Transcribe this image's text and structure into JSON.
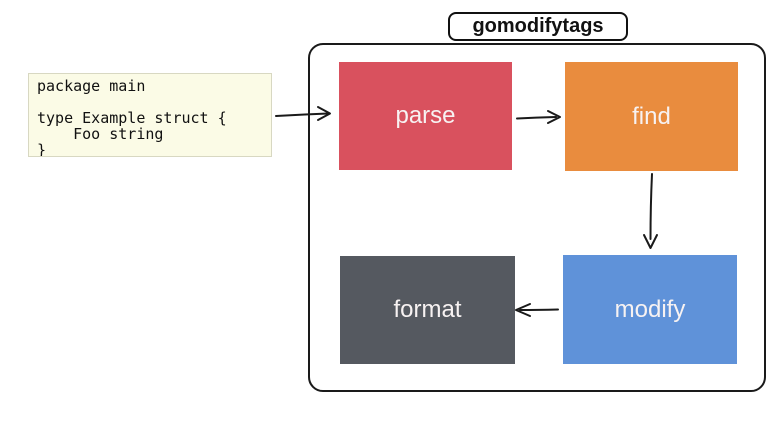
{
  "title_badge": {
    "label": "gomodifytags"
  },
  "code_box": {
    "text": "package main\n\ntype Example struct {\n    Foo string\n}"
  },
  "nodes": {
    "parse": {
      "label": "parse",
      "color": "#d9515e"
    },
    "find": {
      "label": "find",
      "color": "#e98c3e"
    },
    "format": {
      "label": "format",
      "color": "#555960"
    },
    "modify": {
      "label": "modify",
      "color": "#5f92d9"
    }
  },
  "arrows": [
    {
      "name": "code-to-parse",
      "direction": "right"
    },
    {
      "name": "parse-to-find",
      "direction": "right"
    },
    {
      "name": "find-to-modify",
      "direction": "down"
    },
    {
      "name": "modify-to-format",
      "direction": "left"
    }
  ],
  "colors": {
    "outline": "#1a1a1a",
    "code_background": "#fbfbe6",
    "code_border": "#d8d8c2",
    "node_text": "#f7f2f2",
    "canvas_background": "#ffffff"
  }
}
